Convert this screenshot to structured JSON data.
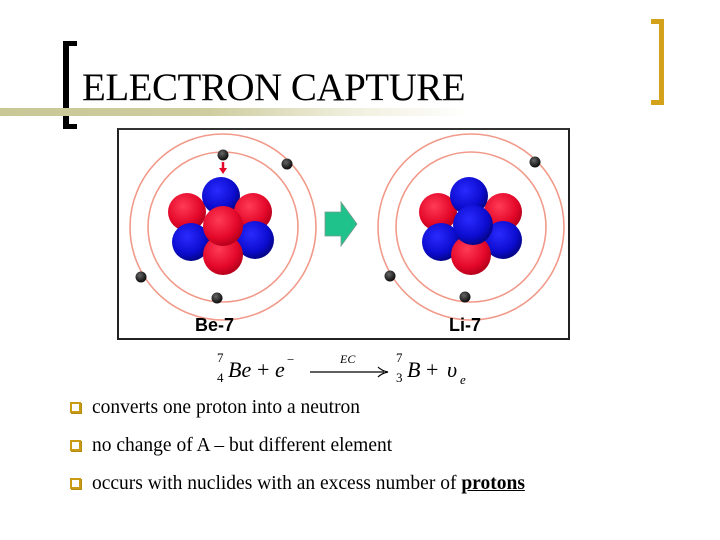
{
  "slide": {
    "title": "ELECTRON CAPTURE",
    "colors": {
      "left_bracket": "#000000",
      "right_bracket": "#d4a21a",
      "title_bar": "#c9c796",
      "bullet": "#c99b12",
      "proton": "#e8102e",
      "neutron": "#1010c8",
      "orbit": "#f19a8a",
      "arrow": "#1fc28a",
      "electron": "#222222"
    }
  },
  "figure": {
    "left_label": "Be-7",
    "right_label": "Li-7",
    "transition_arrow": "right-arrow-icon"
  },
  "equation": {
    "reactant_mass": "7",
    "reactant_atomic": "4",
    "reactant_symbol": "Be",
    "plus1": "+",
    "electron": "e",
    "electron_charge": "−",
    "arrow_label": "EC",
    "product_mass": "7",
    "product_atomic": "3",
    "product_symbol": "B",
    "plus2": "+",
    "neutrino": "υ",
    "neutrino_sub": "e"
  },
  "bullets": [
    {
      "text": "converts one proton into a neutron",
      "emphasis": ""
    },
    {
      "text": "no change of A – but different element",
      "emphasis": ""
    },
    {
      "text": "occurs with nuclides with an excess number of ",
      "emphasis": "protons"
    }
  ]
}
